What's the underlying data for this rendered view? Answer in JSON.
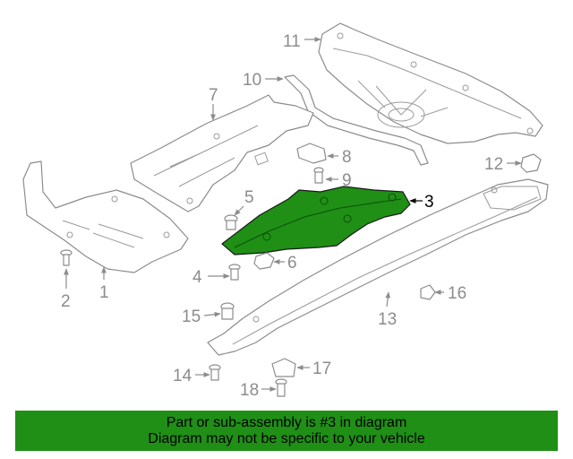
{
  "diagram": {
    "highlighted_part": "3",
    "colors": {
      "highlight_fill": "#1f8f16",
      "line": "#8c8c8c",
      "banner": "#1f8f16"
    },
    "callouts": {
      "c1": "1",
      "c2": "2",
      "c3": "3",
      "c4": "4",
      "c5": "5",
      "c6": "6",
      "c7": "7",
      "c8": "8",
      "c9": "9",
      "c10": "10",
      "c11": "11",
      "c12": "12",
      "c13": "13",
      "c14": "14",
      "c15": "15",
      "c16": "16",
      "c17": "17",
      "c18": "18"
    }
  },
  "banner": {
    "line1": "Part or sub-assembly is #3 in diagram",
    "line2": "Diagram may not be specific to your vehicle"
  }
}
